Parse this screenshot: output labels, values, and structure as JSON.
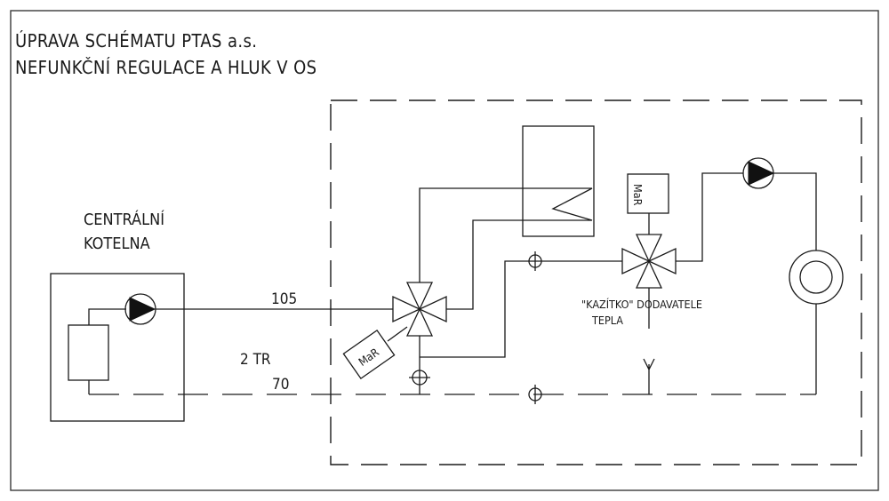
{
  "title": {
    "line1": "ÚPRAVA SCHÉMATU PTAS a.s.",
    "line2": "NEFUNKČNÍ REGULACE A HLUK V OS"
  },
  "boiler_room": {
    "line1": "CENTRÁLNÍ",
    "line2": "KOTELNA"
  },
  "pipes": {
    "supply_temp": "105",
    "return_temp": "70",
    "pipe_count": "2 TR"
  },
  "controllers": {
    "mixing_valve_controller": "MaR",
    "supplier_controller": "MaR"
  },
  "supplier_note": {
    "line1": "\"KAZÍTKO\" DODAVATELE",
    "line2": "TEPLA"
  },
  "colors": {
    "line": "#1a1a1a",
    "background": "#ffffff"
  }
}
